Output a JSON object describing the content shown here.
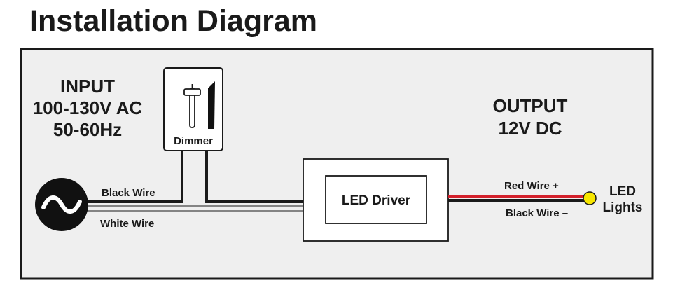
{
  "title": "Installation Diagram",
  "input": {
    "line1": "INPUT",
    "line2": "100-130V AC",
    "line3": "50-60Hz"
  },
  "output": {
    "line1": "OUTPUT",
    "line2": "12V DC"
  },
  "dimmer_label": "Dimmer",
  "driver_label": "LED Driver",
  "wires": {
    "input_black": "Black Wire",
    "input_white": "White Wire",
    "output_red": "Red  Wire +",
    "output_black": "Black Wire –"
  },
  "lights": {
    "line1": "LED",
    "line2": "Lights"
  },
  "colors": {
    "panel_bg": "#efefef",
    "outline": "#1a1a1a",
    "red_wire": "#d3202b",
    "led_bulb": "#f7e600",
    "white_wire": "#ffffff"
  },
  "icons": {
    "ac_source": "ac-source-icon",
    "dimmer_slider": "slider-icon",
    "led_bulb": "led-bulb-icon"
  }
}
